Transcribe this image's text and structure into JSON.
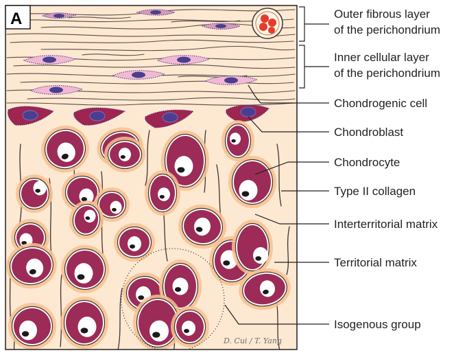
{
  "panel": {
    "letter": "A"
  },
  "labels": {
    "outer_fibrous_1": "Outer fibrous layer",
    "outer_fibrous_2": "of the perichondrium",
    "inner_cellular_1": "Inner cellular layer",
    "inner_cellular_2": "of the perichondrium",
    "chondrogenic_cell": "Chondrogenic cell",
    "chondroblast": "Chondroblast",
    "chondrocyte": "Chondrocyte",
    "type_ii_collagen": "Type II collagen",
    "interterritorial_matrix": "Interterritorial matrix",
    "territorial_matrix": "Territorial matrix",
    "isogenous_group": "Isogenous group"
  },
  "signature": "D. Cui / T. Yang",
  "colors": {
    "matrix_background": "#fde8d2",
    "territorial_halo": "#f7c08f",
    "lacuna_rim": "#ffffff",
    "chondrocyte": "#9c2b57",
    "nucleus_white": "#ffffff",
    "nucleus_dark": "#1a1a1a",
    "fibroblast_fill": "#f2b9d3",
    "fibroblast_nucleus": "#4a3f8f",
    "chondroblast_fill": "#9e2550",
    "collagen_fiber": "#4b3f3a",
    "red_blood_cell": "#e63a2e"
  }
}
